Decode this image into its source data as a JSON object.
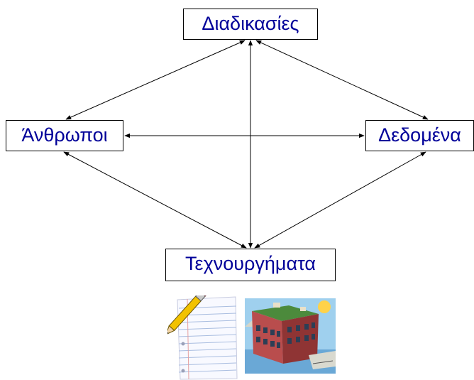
{
  "nodes": {
    "top": "Διαδικασίες",
    "left": "Άνθρωποι",
    "right": "Δεδομένα",
    "bottom": "Τεχνουργήματα"
  },
  "edges": [
    [
      "top",
      "left"
    ],
    [
      "top",
      "right"
    ],
    [
      "top",
      "bottom"
    ],
    [
      "left",
      "right"
    ],
    [
      "left",
      "bottom"
    ],
    [
      "right",
      "bottom"
    ]
  ],
  "edge_style": "double-headed arrows",
  "clipart": [
    "notepad-pencil-icon",
    "building-icon"
  ]
}
